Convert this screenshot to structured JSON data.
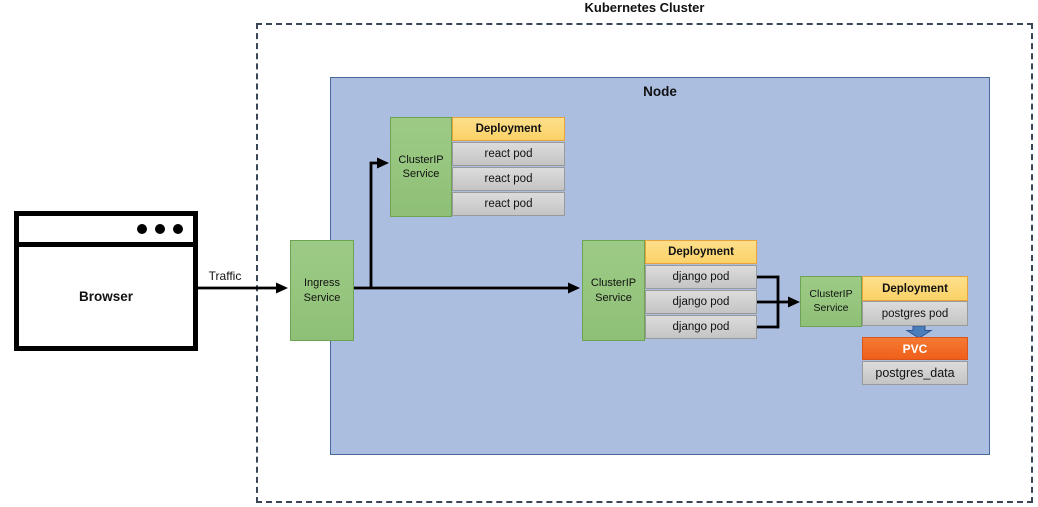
{
  "diagram": {
    "cluster_title": "Kubernetes Cluster",
    "node_title": "Node",
    "browser": {
      "label": "Browser"
    },
    "traffic": {
      "label": "Traffic"
    },
    "ingress": {
      "label": "Ingress Service"
    },
    "react_group": {
      "service": "ClusterIP Service",
      "deployment": "Deployment",
      "pods": [
        "react pod",
        "react pod",
        "react pod"
      ]
    },
    "django_group": {
      "service": "ClusterIP Service",
      "deployment": "Deployment",
      "pods": [
        "django pod",
        "django pod",
        "django pod"
      ]
    },
    "postgres_group": {
      "service": "ClusterIP Service",
      "deployment": "Deployment",
      "pods": [
        "postgres pod"
      ],
      "pvc": "PVC",
      "volume": "postgres_data"
    },
    "icons": {
      "browser_menu_dots": "browser-menu-dots-icon",
      "storage_flow_arrow": "down-block-arrow-icon"
    },
    "colors": {
      "node_fill": "#ACBEE0",
      "node_border": "#44699A",
      "service_fill": "#97C77F",
      "service_border": "#6CA453",
      "deployment_fill": "#FCD975",
      "deployment_border": "#E8A33D",
      "pod_fill": "#D2D2D2",
      "pod_border": "#9A9A9A",
      "pvc_fill": "#F26722",
      "block_arrow_blue": "#4A7EBB",
      "connector_black": "#000000",
      "cluster_dash": "#3A4656"
    }
  }
}
